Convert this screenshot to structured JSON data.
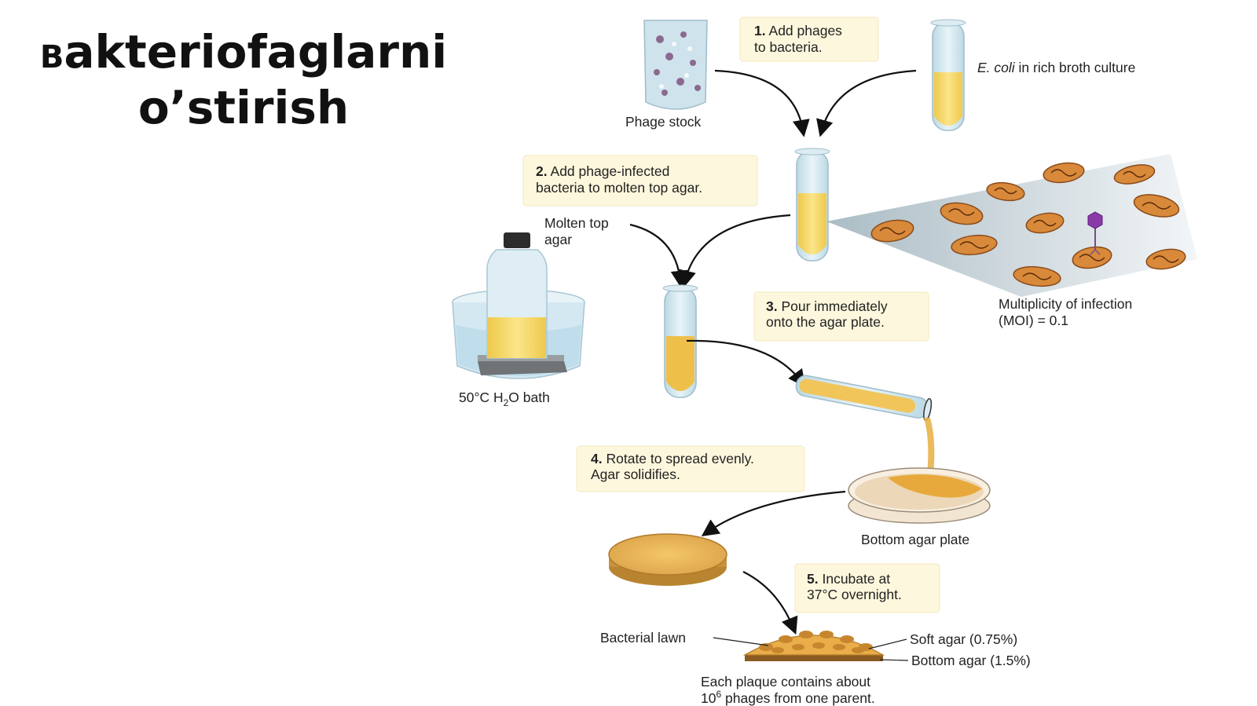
{
  "title": {
    "first_letter": "B",
    "rest_line1": "akteriofaglarni",
    "line2": "o’stirish"
  },
  "steps": [
    {
      "num": "1.",
      "line1": "Add phages",
      "line2": "to bacteria."
    },
    {
      "num": "2.",
      "line1": "Add phage-infected",
      "line2": "bacteria to molten top agar."
    },
    {
      "num": "3.",
      "line1": "Pour immediately",
      "line2": "onto the agar plate."
    },
    {
      "num": "4.",
      "line1": "Rotate to spread evenly.",
      "line2": "Agar solidifies."
    },
    {
      "num": "5.",
      "line1": "Incubate at",
      "line2": "37°C overnight."
    }
  ],
  "labels": {
    "phage_stock": "Phage stock",
    "ecoli_italic": "E. coli",
    "ecoli_rest": " in rich broth culture",
    "molten_line1": "Molten top",
    "molten_line2": "agar",
    "bath_pre": "50°C H",
    "bath_sub": "2",
    "bath_post": "O bath",
    "moi_line1": "Multiplicity of infection",
    "moi_line2": "(MOI) = 0.1",
    "bottom_plate": "Bottom agar plate",
    "bacterial_lawn": "Bacterial lawn",
    "soft_agar": "Soft agar (0.75%)",
    "bottom_agar": "Bottom agar (1.5%)",
    "plaque_line1": "Each plaque contains about",
    "plaque_line2_pre": "10",
    "plaque_line2_sup": "6",
    "plaque_line2_post": " phages from one parent."
  },
  "colors": {
    "broth": "#f5d86a",
    "agar": "#e9b24a",
    "callout_bg": "#fdf7dd",
    "water": "#cfe6f2",
    "bacterium": "#c8782e"
  }
}
